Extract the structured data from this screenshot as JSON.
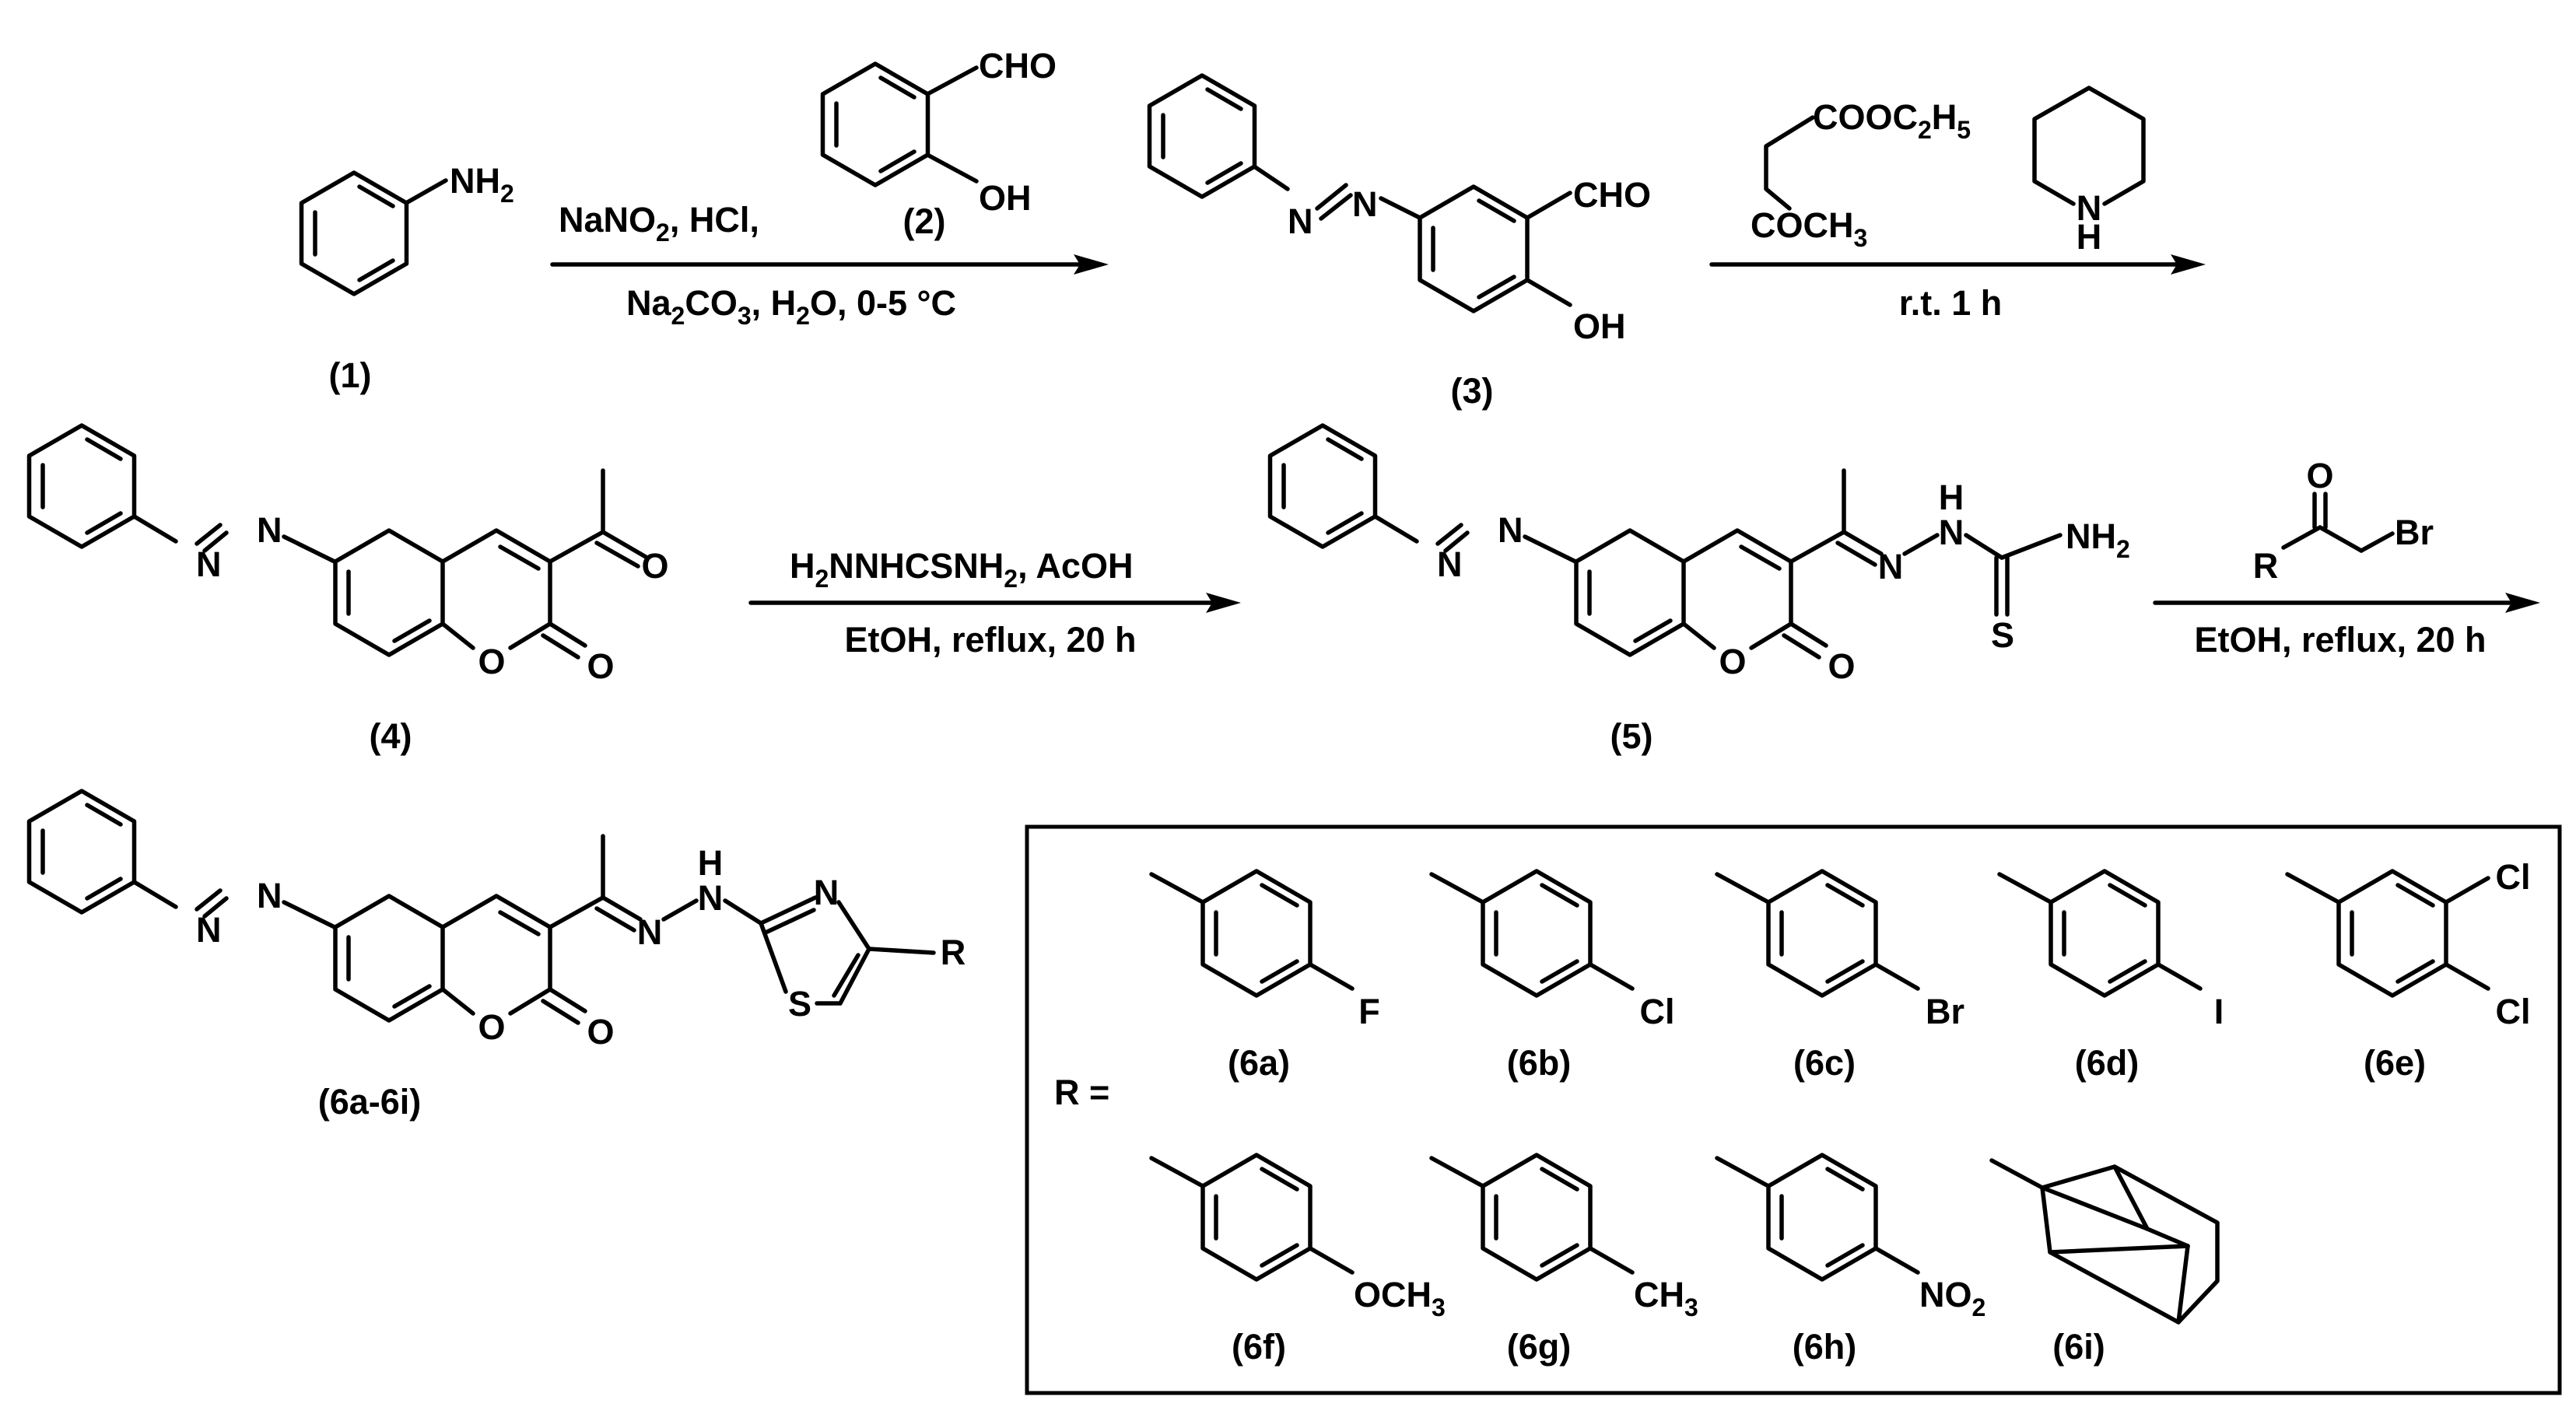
{
  "compounds": {
    "c1": {
      "id": "(1)",
      "group": "NH",
      "group_sub": "2"
    },
    "c2": {
      "id": "(2)",
      "cho": "CHO",
      "oh": "OH"
    },
    "c3": {
      "id": "(3)",
      "cho": "CHO",
      "oh": "OH",
      "n1": "N",
      "n2": "N"
    },
    "c4": {
      "id": "(4)",
      "n1": "N",
      "n2": "N",
      "o_ring": "O",
      "o_lac": "O",
      "o_ac": "O"
    },
    "c5": {
      "id": "(5)",
      "n1": "N",
      "n2": "N",
      "o_ring": "O",
      "o_lac": "O",
      "n3": "N",
      "h": "H",
      "n4": "N",
      "s": "S",
      "nh2": "NH",
      "nh2_sub": "2"
    },
    "c6": {
      "id": "(6a-6i)",
      "n1": "N",
      "n2": "N",
      "o_ring": "O",
      "o_lac": "O",
      "n3": "N",
      "h": "H",
      "n4": "N",
      "n5": "N",
      "s": "S",
      "r": "R"
    }
  },
  "reagents": {
    "step1_top": [
      "NaNO",
      "2",
      ", HCl,"
    ],
    "step1_bottom": [
      "Na",
      "2",
      "CO",
      "3",
      ", H",
      "2",
      "O, 0-5 °C"
    ],
    "eaa_top": [
      "COOC",
      "2",
      "H",
      "5"
    ],
    "eaa_bottom": [
      "COCH",
      "3"
    ],
    "piperidine_n": "N",
    "piperidine_h": "H",
    "step2_bottom": "r.t. 1 h",
    "step3_top": [
      "H",
      "2",
      "NNHCSNH",
      "2",
      ", AcOH"
    ],
    "step3_bottom": "EtOH, reflux, 20 h",
    "step4_o": "O",
    "step4_r": "R",
    "step4_br": "Br",
    "step4_bottom": "EtOH, reflux, 20 h"
  },
  "r_groups": {
    "label": "R =",
    "items": [
      {
        "id": "(6a)",
        "sub": "F"
      },
      {
        "id": "(6b)",
        "sub": "Cl"
      },
      {
        "id": "(6c)",
        "sub": "Br"
      },
      {
        "id": "(6d)",
        "sub": "I"
      },
      {
        "id": "(6e)",
        "sub": "Cl",
        "sub2": "Cl"
      },
      {
        "id": "(6f)",
        "sub": "OCH",
        "sub_sub": "3"
      },
      {
        "id": "(6g)",
        "sub": "CH",
        "sub_sub": "3"
      },
      {
        "id": "(6h)",
        "sub": "NO",
        "sub_sub": "2"
      },
      {
        "id": "(6i)"
      }
    ]
  }
}
